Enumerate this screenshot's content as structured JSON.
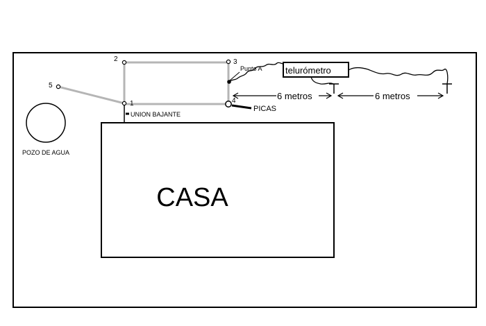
{
  "diagram": {
    "house_label": "CASA",
    "well_label": "POZO DE AGUA",
    "connection_label": "UNION BAJANTE",
    "rods_label": "PICAS",
    "point_a_label": "Punto A",
    "meter_label": "telurómetro",
    "distance_1_label": "6 metros",
    "distance_2_label": "6 metros",
    "points": [
      {
        "id": "1",
        "label": "1"
      },
      {
        "id": "2",
        "label": "2"
      },
      {
        "id": "3",
        "label": "3"
      },
      {
        "id": "4",
        "label": "4"
      },
      {
        "id": "5",
        "label": "5"
      }
    ],
    "colors": {
      "outline": "#000000",
      "ground_wire": "#b5b5b5"
    }
  }
}
